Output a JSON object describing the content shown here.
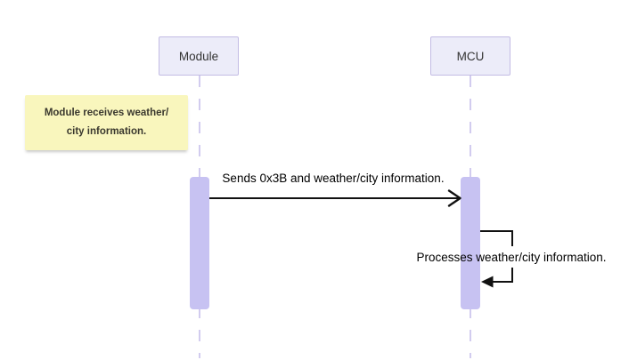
{
  "diagram": {
    "type": "sequence",
    "actors": [
      {
        "label": "Module"
      },
      {
        "label": "MCU"
      }
    ],
    "note": {
      "position": "left-of",
      "actor": "Module",
      "line1": "Module receives weather/",
      "line2": "city information."
    },
    "messages": [
      {
        "from": "Module",
        "to": "MCU",
        "label": "Sends 0x3B and weather/city information.",
        "arrow": "solid-open-arrowhead"
      },
      {
        "from": "MCU",
        "to": "MCU",
        "label": "Processes weather/city information.",
        "arrow": "self-loop-filled-arrowhead"
      }
    ],
    "colors": {
      "background": "#ffffff",
      "actor_fill": "#ececf9",
      "actor_border": "#c3bce4",
      "actor_text": "#333333",
      "note_fill": "#f9f6bd",
      "note_text": "#3a382e",
      "lifeline": "#d2ccef",
      "activation_fill": "#c7c2f2",
      "arrow": "#111111",
      "message_text": "#000000"
    }
  }
}
